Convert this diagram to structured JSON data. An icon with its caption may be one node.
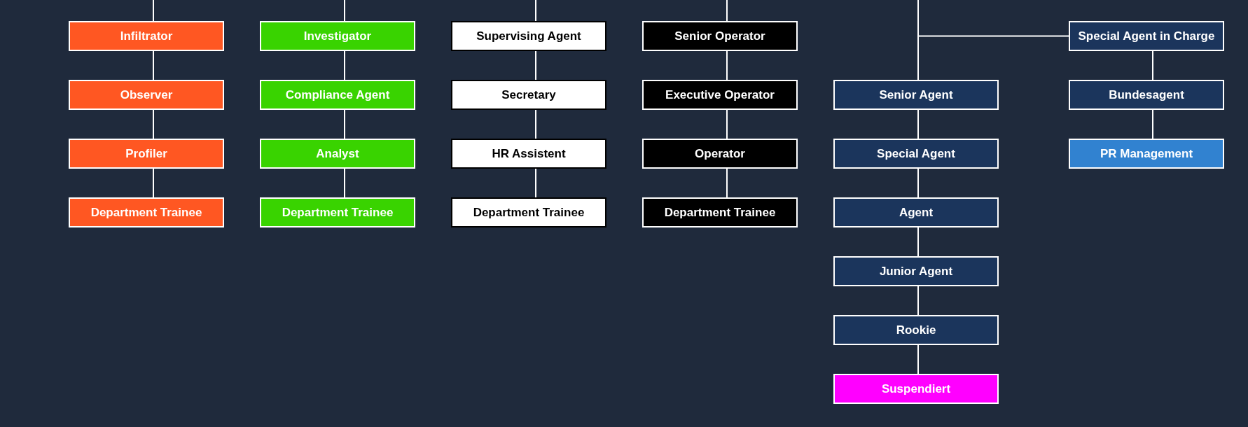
{
  "diagram": {
    "nodes": [
      {
        "text": [
          "Infiltrator"
        ]
      },
      {
        "text": [
          "Observer"
        ]
      },
      {
        "text": [
          "Profiler"
        ]
      },
      {
        "text": [
          "Department Trainee"
        ]
      },
      {
        "text": [
          "Investigator"
        ]
      },
      {
        "text": [
          "Compliance Agent"
        ]
      },
      {
        "text": [
          "Analyst"
        ]
      },
      {
        "text": [
          "Department Trainee"
        ]
      },
      {
        "text": [
          "Supervising Agent"
        ]
      },
      {
        "text": [
          "Secretary"
        ]
      },
      {
        "text": [
          "HR Assistent"
        ]
      },
      {
        "text": [
          "Department Trainee"
        ]
      },
      {
        "text": [
          "Senior Operator"
        ]
      },
      {
        "text": [
          "Executive Operator"
        ]
      },
      {
        "text": [
          "Operator"
        ]
      },
      {
        "text": [
          "Department Trainee"
        ]
      },
      {
        "text": [
          "Senior Agent"
        ]
      },
      {
        "text": [
          "Special Agent"
        ]
      },
      {
        "text": [
          "Agent"
        ]
      },
      {
        "text": [
          "Junior Agent"
        ]
      },
      {
        "text": [
          "Rookie"
        ]
      },
      {
        "text": [
          "Suspendiert"
        ]
      },
      {
        "text": [
          "Special Agent in Charge"
        ]
      },
      {
        "text": [
          "Bundesagent"
        ]
      },
      {
        "text": [
          "PR Management"
        ]
      }
    ],
    "edges": [
      {
        "from": null,
        "to": 0,
        "arrow": "none"
      },
      {
        "from": 0,
        "to": 1,
        "arrow": "none"
      },
      {
        "from": 1,
        "to": 2,
        "arrow": "none"
      },
      {
        "from": 2,
        "to": 3,
        "arrow": "none"
      },
      {
        "from": null,
        "to": 4,
        "arrow": "none"
      },
      {
        "from": 4,
        "to": 5,
        "arrow": "none"
      },
      {
        "from": 5,
        "to": 6,
        "arrow": "none"
      },
      {
        "from": 6,
        "to": 7,
        "arrow": "none"
      },
      {
        "from": null,
        "to": 8,
        "arrow": "none"
      },
      {
        "from": 8,
        "to": 9,
        "arrow": "none"
      },
      {
        "from": 9,
        "to": 10,
        "arrow": "none"
      },
      {
        "from": 10,
        "to": 11,
        "arrow": "none"
      },
      {
        "from": null,
        "to": 12,
        "arrow": "none"
      },
      {
        "from": 12,
        "to": 13,
        "arrow": "none"
      },
      {
        "from": 13,
        "to": 14,
        "arrow": "none"
      },
      {
        "from": 14,
        "to": 15,
        "arrow": "none"
      },
      {
        "from": null,
        "to": 16,
        "arrow": "none"
      },
      {
        "from": null,
        "to": 22,
        "arrow": "none"
      },
      {
        "from": 16,
        "to": 17,
        "arrow": "none"
      },
      {
        "from": 17,
        "to": 18,
        "arrow": "none"
      },
      {
        "from": 18,
        "to": 19,
        "arrow": "none"
      },
      {
        "from": 19,
        "to": 20,
        "arrow": "none"
      },
      {
        "from": 20,
        "to": 21,
        "arrow": "none"
      },
      {
        "from": 22,
        "to": 23,
        "arrow": "none"
      },
      {
        "from": 23,
        "to": 24,
        "arrow": "none"
      }
    ]
  }
}
